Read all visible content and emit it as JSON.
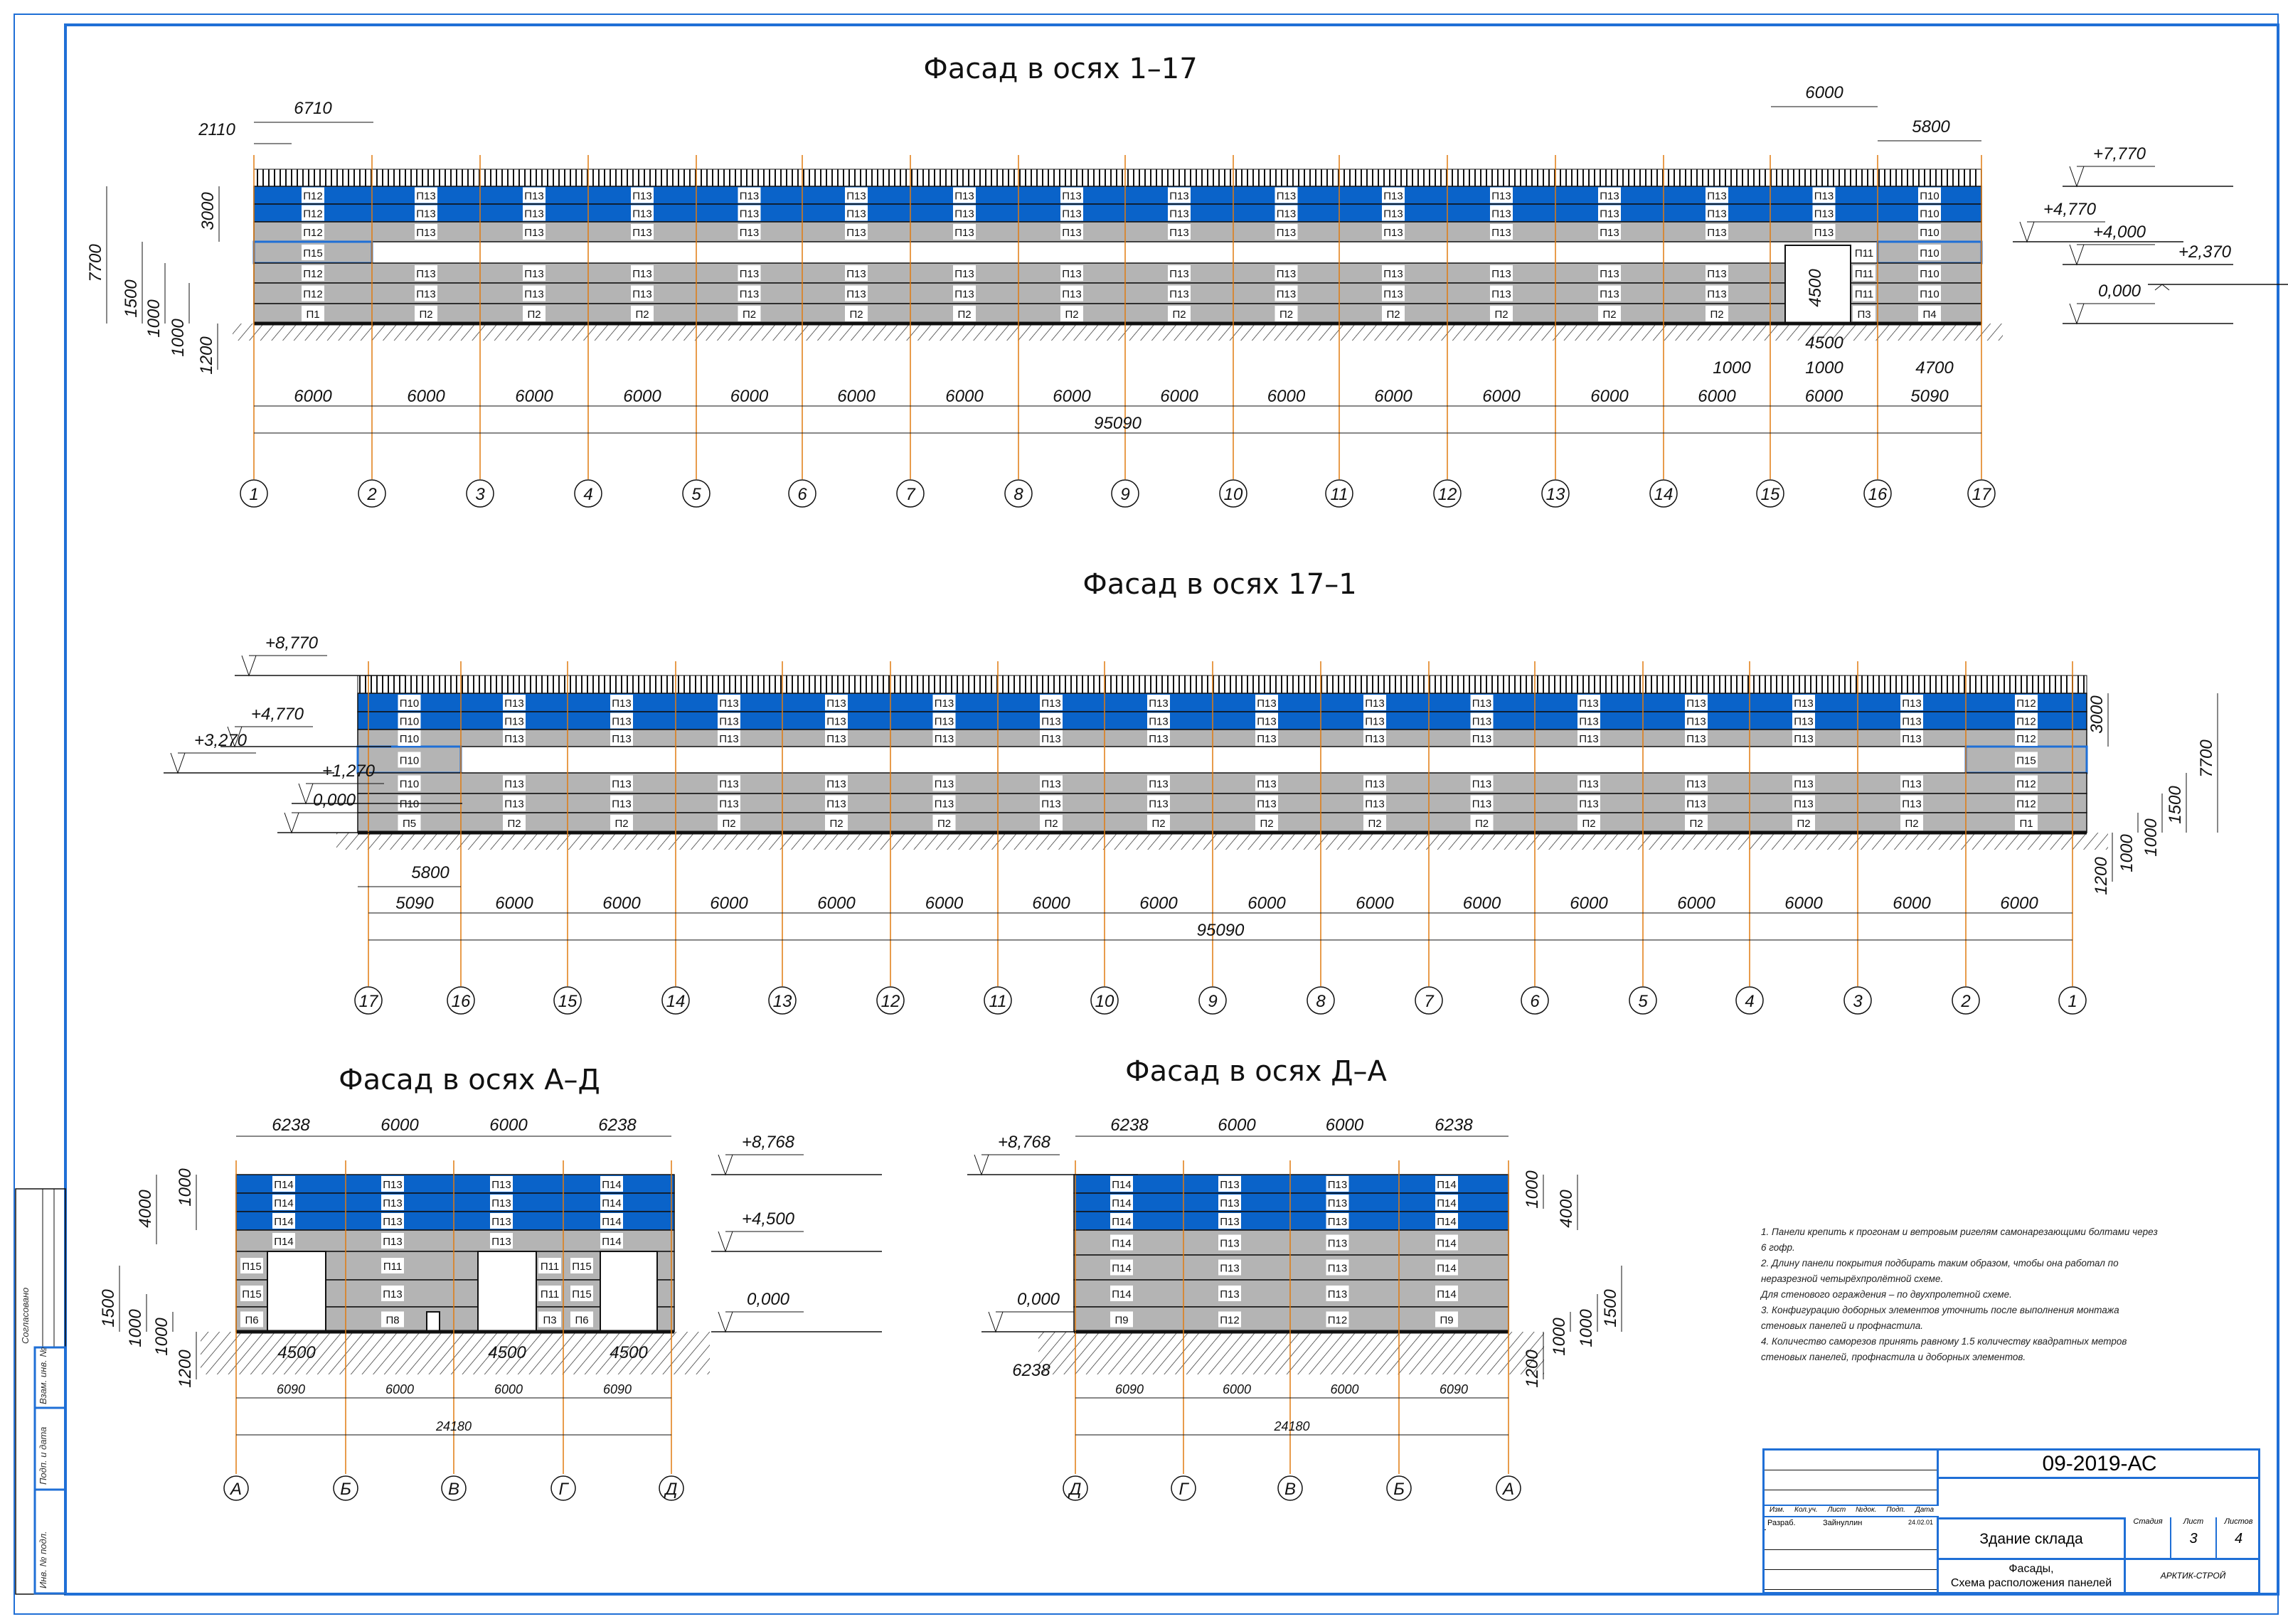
{
  "colors": {
    "roof_panel": "#0a63c9",
    "wall_panel": "#b4b4b4",
    "axis": "#e07b10",
    "frame": "#1f6fd6"
  },
  "facades": [
    {
      "title": "Фасад в осях 1–17",
      "axes": [
        "1",
        "2",
        "3",
        "4",
        "5",
        "6",
        "7",
        "8",
        "9",
        "10",
        "11",
        "12",
        "13",
        "14",
        "15",
        "16",
        "17"
      ],
      "spans": [
        "6000",
        "6000",
        "6000",
        "6000",
        "6000",
        "6000",
        "6000",
        "6000",
        "6000",
        "6000",
        "6000",
        "6000",
        "6000",
        "6000",
        "6000",
        "5090"
      ],
      "total": "95090",
      "top_dims": [
        "2110",
        "6710",
        "6000",
        "5800"
      ],
      "extra_dims": [
        "1000",
        "1000",
        "4500",
        "4700",
        "4500"
      ],
      "elevations": [
        "+7,770",
        "+4,770",
        "+4,000",
        "+2,370",
        "0,000"
      ],
      "vertical_dims": [
        "7700",
        "3000",
        "1500",
        "1000",
        "1000",
        "1200"
      ],
      "rows": [
        [
          "П12",
          "П13",
          "П13",
          "П13",
          "П13",
          "П13",
          "П13",
          "П13",
          "П13",
          "П13",
          "П13",
          "П13",
          "П13",
          "П13",
          "П13",
          "П10"
        ],
        [
          "П12",
          "П13",
          "П13",
          "П13",
          "П13",
          "П13",
          "П13",
          "П13",
          "П13",
          "П13",
          "П13",
          "П13",
          "П13",
          "П13",
          "П13",
          "П10"
        ],
        [
          "П12",
          "П13",
          "П13",
          "П13",
          "П13",
          "П13",
          "П13",
          "П13",
          "П13",
          "П13",
          "П13",
          "П13",
          "П13",
          "П13",
          "П13",
          "П10"
        ],
        [
          "П15",
          "",
          "",
          "",
          "",
          "",
          "",
          "",
          "",
          "",
          "",
          "",
          "",
          "",
          "П11",
          "П10"
        ],
        [
          "П12",
          "П13",
          "П13",
          "П13",
          "П13",
          "П13",
          "П13",
          "П13",
          "П13",
          "П13",
          "П13",
          "П13",
          "П13",
          "П13",
          "П11",
          "П10"
        ],
        [
          "П12",
          "П13",
          "П13",
          "П13",
          "П13",
          "П13",
          "П13",
          "П13",
          "П13",
          "П13",
          "П13",
          "П13",
          "П13",
          "П13",
          "П11",
          "П10"
        ],
        [
          "П1",
          "П2",
          "П2",
          "П2",
          "П2",
          "П2",
          "П2",
          "П2",
          "П2",
          "П2",
          "П2",
          "П2",
          "П2",
          "П2",
          "П3",
          "П4"
        ]
      ]
    },
    {
      "title": "Фасад в осях 17–1",
      "axes": [
        "17",
        "16",
        "15",
        "14",
        "13",
        "12",
        "11",
        "10",
        "9",
        "8",
        "7",
        "6",
        "5",
        "4",
        "3",
        "2",
        "1"
      ],
      "spans": [
        "5090",
        "6000",
        "6000",
        "6000",
        "6000",
        "6000",
        "6000",
        "6000",
        "6000",
        "6000",
        "6000",
        "6000",
        "6000",
        "6000",
        "6000",
        "6000"
      ],
      "total": "95090",
      "top_dims": [
        "5800"
      ],
      "elevations": [
        "+8,770",
        "+4,770",
        "+3,270",
        "+1,270",
        "0,000"
      ],
      "vertical_dims": [
        "7700",
        "3000",
        "1500",
        "1000",
        "1000",
        "1200"
      ],
      "rows": [
        [
          "П10",
          "П13",
          "П13",
          "П13",
          "П13",
          "П13",
          "П13",
          "П13",
          "П13",
          "П13",
          "П13",
          "П13",
          "П13",
          "П13",
          "П13",
          "П12"
        ],
        [
          "П10",
          "П13",
          "П13",
          "П13",
          "П13",
          "П13",
          "П13",
          "П13",
          "П13",
          "П13",
          "П13",
          "П13",
          "П13",
          "П13",
          "П13",
          "П12"
        ],
        [
          "П10",
          "П13",
          "П13",
          "П13",
          "П13",
          "П13",
          "П13",
          "П13",
          "П13",
          "П13",
          "П13",
          "П13",
          "П13",
          "П13",
          "П13",
          "П12"
        ],
        [
          "П10",
          "",
          "",
          "",
          "",
          "",
          "",
          "",
          "",
          "",
          "",
          "",
          "",
          "",
          "",
          "П15"
        ],
        [
          "П10",
          "П13",
          "П13",
          "П13",
          "П13",
          "П13",
          "П13",
          "П13",
          "П13",
          "П13",
          "П13",
          "П13",
          "П13",
          "П13",
          "П13",
          "П12"
        ],
        [
          "П10",
          "П13",
          "П13",
          "П13",
          "П13",
          "П13",
          "П13",
          "П13",
          "П13",
          "П13",
          "П13",
          "П13",
          "П13",
          "П13",
          "П13",
          "П12"
        ],
        [
          "П5",
          "П2",
          "П2",
          "П2",
          "П2",
          "П2",
          "П2",
          "П2",
          "П2",
          "П2",
          "П2",
          "П2",
          "П2",
          "П2",
          "П2",
          "П1"
        ]
      ]
    },
    {
      "title": "Фасад в осях А–Д",
      "axes": [
        "А",
        "Б",
        "В",
        "Г",
        "Д"
      ],
      "top_spans": [
        "6238",
        "6000",
        "6000",
        "6238"
      ],
      "spans": [
        "6090",
        "6000",
        "6000",
        "6090"
      ],
      "total": "24180",
      "door_dims": [
        "4500",
        "4500",
        "4500"
      ],
      "elevations": [
        "+8,768",
        "+4,500",
        "0,000"
      ],
      "vertical_dims": [
        "4000",
        "1000",
        "1500",
        "1000",
        "1000",
        "1200"
      ],
      "rows": [
        [
          "П14",
          "П13",
          "П13",
          "П14"
        ],
        [
          "П14",
          "П13",
          "П13",
          "П14"
        ],
        [
          "П14",
          "П13",
          "П13",
          "П14"
        ],
        [
          "П14",
          "П13",
          "П13",
          "П14"
        ],
        [
          "П15",
          "П11",
          "П11",
          "П15"
        ],
        [
          "П15",
          "П13",
          "П11",
          "П15"
        ],
        [
          "П6",
          "П8",
          "П3",
          "П6"
        ]
      ]
    },
    {
      "title": "Фасад в осях Д–А",
      "axes": [
        "Д",
        "Г",
        "В",
        "Б",
        "А"
      ],
      "top_spans": [
        "6238",
        "6000",
        "6000",
        "6238"
      ],
      "spans": [
        "6090",
        "6000",
        "6000",
        "6090"
      ],
      "total": "24180",
      "left_dim": "6238",
      "elevations": [
        "+8,768",
        "0,000"
      ],
      "vertical_dims": [
        "1000",
        "4000",
        "1500",
        "1000",
        "1000",
        "1200"
      ],
      "rows": [
        [
          "П14",
          "П13",
          "П13",
          "П14"
        ],
        [
          "П14",
          "П13",
          "П13",
          "П14"
        ],
        [
          "П14",
          "П13",
          "П13",
          "П14"
        ],
        [
          "П14",
          "П13",
          "П13",
          "П14"
        ],
        [
          "П14",
          "П13",
          "П13",
          "П14"
        ],
        [
          "П14",
          "П13",
          "П13",
          "П14"
        ],
        [
          "П9",
          "П12",
          "П12",
          "П9"
        ]
      ]
    }
  ],
  "notes": [
    "1. Панели крепить к прогонам и ветровым ригелям самонарезающими болтами через 6 гофр.",
    "2. Длину панели покрытия подбирать таким образом, чтобы она работал по неразрезной четырёхпролётной схеме.",
    "Для стенового ограждения – по двухпролетной схеме.",
    "3. Конфигурацию доборных элементов уточнить после выполнения монтажа стеновых панелей и профнастила.",
    "4. Количество саморезов принять равному 1.5 количеству квадратных метров стеновых панелей, профнастила и доборных элементов."
  ],
  "side_stamp": {
    "agreed": "Согласовано",
    "replace_inv": "Взам. инв. №",
    "sign_date": "Подп. и дата",
    "inv_orig": "Инв. № подл."
  },
  "title_block": {
    "code": "09-2019-АС",
    "headers": [
      "Изм.",
      "Кол.уч.",
      "Лист",
      "№док.",
      "Подп.",
      "Дата"
    ],
    "developer_role": "Разраб.",
    "developer_name": "Зайнуллин",
    "date": "24.02.01",
    "building": "Здание склада",
    "sheet_title": "Фасады,\nСхема расположения панелей",
    "stage_label": "Стадия",
    "sheet_label": "Лист",
    "sheets_label": "Листов",
    "sheet": "3",
    "sheets": "4",
    "company": "АРКТИК-СТРОЙ"
  }
}
